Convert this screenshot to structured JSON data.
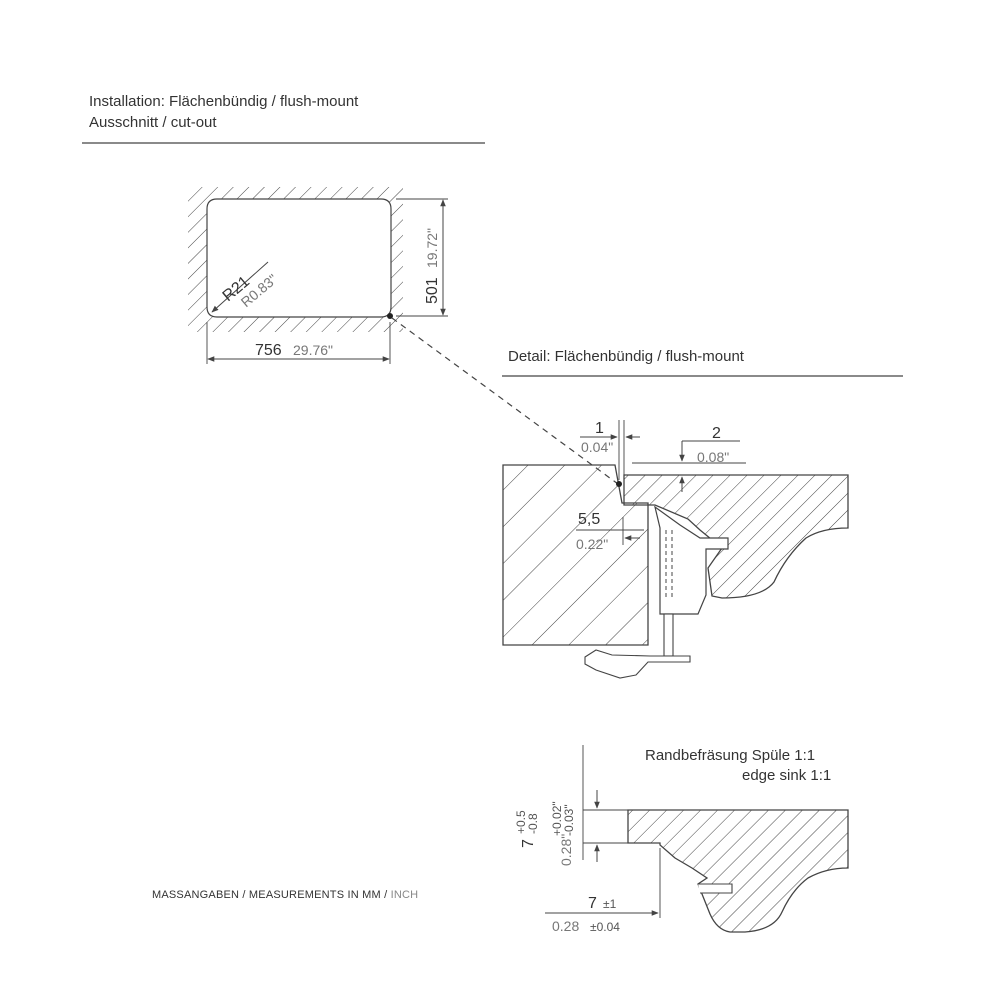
{
  "installation": {
    "title": "Installation: Flächenbündig / flush-mount",
    "subtitle": "Ausschnitt / cut-out"
  },
  "cutout": {
    "radius_mm": "R21",
    "radius_inch": "R0.83\"",
    "width_mm": "756",
    "width_inch": "29.76\"",
    "height_mm": "501",
    "height_inch": "19.72\""
  },
  "detail": {
    "title": "Detail: Flächenbündig / flush-mount",
    "gap_mm": "1",
    "gap_inch": "0.04\"",
    "step_mm": "2",
    "step_inch": "0.08\"",
    "offset_mm": "5,5",
    "offset_inch": "0.22\""
  },
  "edge": {
    "title_de": "Randbefräsung Spüle 1:1",
    "title_en": "edge sink 1:1",
    "depth_mm": "7",
    "depth_mm_tol_plus": "+0.5",
    "depth_mm_tol_minus": "-0.8",
    "depth_inch": "0.28\"",
    "depth_inch_tol_plus": "+0.02\"",
    "depth_inch_tol_minus": "-0.03\"",
    "width_mm": "7",
    "width_mm_tol": "±1",
    "width_inch": "0.28",
    "width_inch_tol": "±0.04"
  },
  "footer": {
    "measurements_label": "MASSANGABEN / MEASUREMENTS IN MM / ",
    "unit_inch": "INCH"
  }
}
